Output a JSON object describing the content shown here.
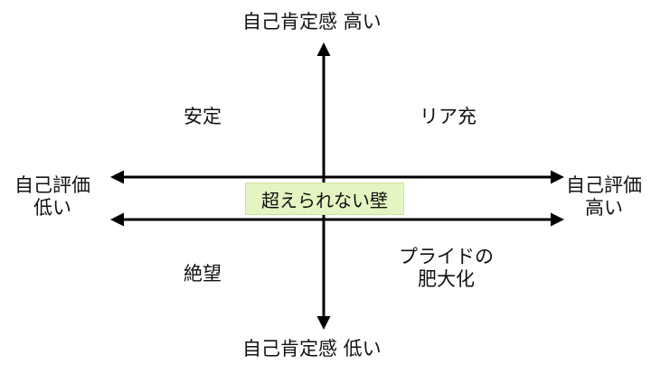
{
  "axes": {
    "top": "自己肯定感 高い",
    "bottom": "自己肯定感 低い",
    "left": [
      "自己評価",
      "低い"
    ],
    "right": [
      "自己評価",
      "高い"
    ]
  },
  "quadrants": {
    "top_left": "安定",
    "top_right": "リア充",
    "bottom_left": "絶望",
    "bottom_right": [
      "プライドの",
      "肥大化"
    ]
  },
  "wall_label": "超えられない壁",
  "colors": {
    "arrow": "#000000",
    "wall_fill": "#e4f5c2"
  }
}
